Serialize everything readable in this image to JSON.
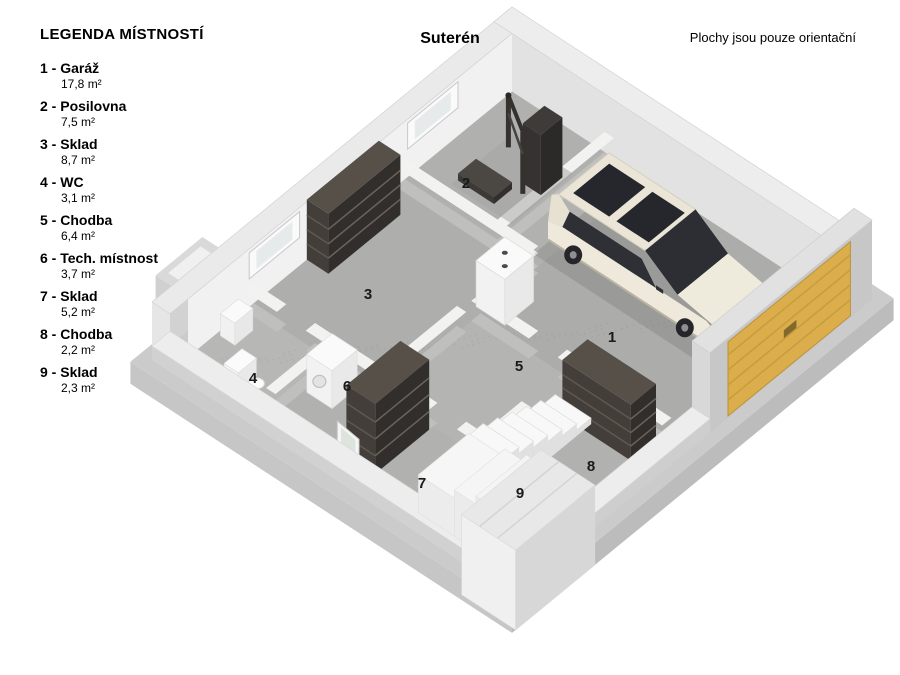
{
  "header": {
    "legend_title": "LEGENDA MÍSTNOSTÍ",
    "plan_title": "Suterén",
    "note": "Plochy jsou pouze orientační"
  },
  "legend": {
    "items": [
      {
        "label": "1 - Garáž",
        "area": "17,8 m²"
      },
      {
        "label": "2 - Posilovna",
        "area": "7,5 m²"
      },
      {
        "label": "3 - Sklad",
        "area": "8,7 m²"
      },
      {
        "label": "4 - WC",
        "area": "3,1 m²"
      },
      {
        "label": "5 - Chodba",
        "area": "6,4 m²"
      },
      {
        "label": "6 - Tech. místnost",
        "area": "3,7 m²"
      },
      {
        "label": "7 - Sklad",
        "area": "5,2 m²"
      },
      {
        "label": "8 - Chodba",
        "area": "2,2 m²"
      },
      {
        "label": "9 - Sklad",
        "area": "2,3 m²"
      }
    ]
  },
  "plan": {
    "rooms": [
      {
        "num": "1"
      },
      {
        "num": "2"
      },
      {
        "num": "3"
      },
      {
        "num": "4"
      },
      {
        "num": "5"
      },
      {
        "num": "6"
      },
      {
        "num": "7"
      },
      {
        "num": "8"
      },
      {
        "num": "9"
      }
    ],
    "colors": {
      "floor": "#b1b1af",
      "slab": "#cbcbcb",
      "wall_top": "#f2f2f1",
      "garage_door": "#dcae4b",
      "car_body": "#eee9da",
      "shelf_dark": "#433e3a"
    }
  }
}
